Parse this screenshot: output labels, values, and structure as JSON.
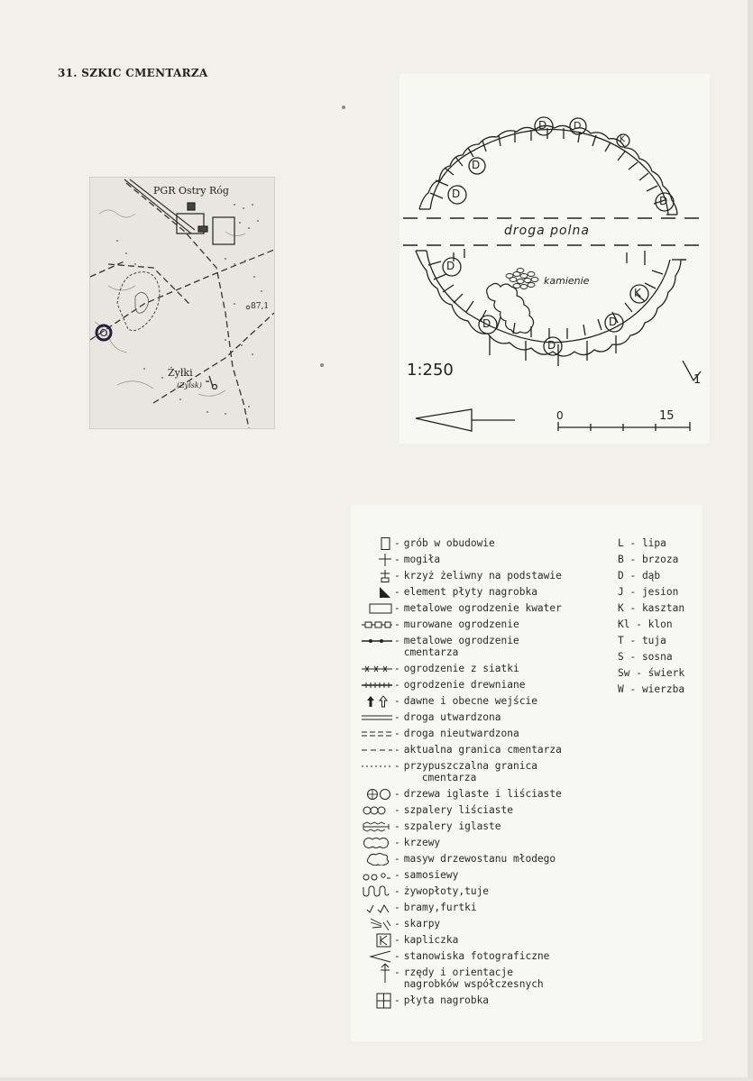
{
  "title": "31. SZKIC CMENTARZA",
  "locator_map": {
    "place_1": "PGR Ostry Róg",
    "elevation": "87,1",
    "place_2": "Żyłki",
    "place_2_alt": "(Zylsk)"
  },
  "sketch": {
    "road": "droga polna",
    "stones": "kamienie",
    "scale_ratio": "1:250",
    "photo_point": "1",
    "scale_start": "0",
    "scale_end": "15",
    "tree_mark_oak": "D",
    "tree_mark_chestnut": "K"
  },
  "legend": [
    {
      "icon": "grave-enclosure-icon",
      "text": "grób w obudowie"
    },
    {
      "icon": "mound-cross-icon",
      "text": "mogiła"
    },
    {
      "icon": "iron-cross-icon",
      "text": "krzyż żeliwny na podstawie"
    },
    {
      "icon": "tombstone-fragment-icon",
      "text": "element płyty nagrobka"
    },
    {
      "icon": "metal-fence-quarter-icon",
      "text": "metalowe ogrodzenie kwater"
    },
    {
      "icon": "brick-fence-icon",
      "text": "murowane ogrodzenie"
    },
    {
      "icon": "metal-fence-icon",
      "text": "metalowe ogrodzenie",
      "text2": "cmentarza"
    },
    {
      "icon": "wire-fence-icon",
      "text": "ogrodzenie z siatki"
    },
    {
      "icon": "wooden-fence-icon",
      "text": "ogrodzenie drewniane"
    },
    {
      "icon": "entrance-arrows-icon",
      "text": "dawne i obecne wejście"
    },
    {
      "icon": "paved-road-icon",
      "text": "droga utwardzona"
    },
    {
      "icon": "unpaved-road-icon",
      "text": "droga nieutwardzona"
    },
    {
      "icon": "current-boundary-icon",
      "text": "aktualna granica cmentarza"
    },
    {
      "icon": "presumed-boundary-icon",
      "text": "przypuszczalna granica",
      "text2": "cmentarza"
    },
    {
      "icon": "trees-icon",
      "text": "drzewa iglaste i liściaste"
    },
    {
      "icon": "deciduous-hedge-icon",
      "text": "szpalery liściaste"
    },
    {
      "icon": "coniferous-hedge-icon",
      "text": "szpalery iglaste"
    },
    {
      "icon": "shrubs-icon",
      "text": "krzewy"
    },
    {
      "icon": "young-stand-icon",
      "text": "masyw drzewostanu młodego"
    },
    {
      "icon": "self-seeding-icon",
      "text": "samosiewy"
    },
    {
      "icon": "hedgerow-icon",
      "text": "żywopłoty,tuje"
    },
    {
      "icon": "gates-icon",
      "text": "bramy,furtki"
    },
    {
      "icon": "escarpment-icon",
      "text": "skarpy"
    },
    {
      "icon": "chapel-icon",
      "text": "kapliczka"
    },
    {
      "icon": "photo-point-icon",
      "text": "stanowiska fotograficzne"
    },
    {
      "icon": "grave-rows-icon",
      "text": "rzędy i orientacje",
      "text2": "nagrobków współczesnych"
    },
    {
      "icon": "tombstone-slab-icon",
      "text": "płyta nagrobka"
    }
  ],
  "tree_codes": [
    "L - lipa",
    "B - brzoza",
    "D - dąb",
    "J - jesion",
    "K - kasztan",
    "Kl - klon",
    "T - tuja",
    "S - sosna",
    "Sw - świerk",
    "W - wierzba"
  ]
}
